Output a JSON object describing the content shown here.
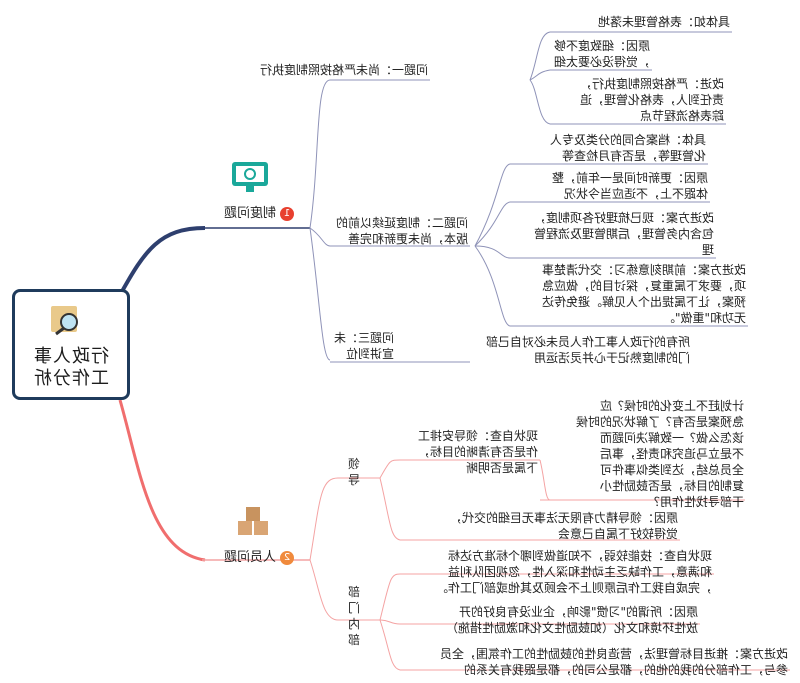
{
  "colors": {
    "root_border": "#1f3b5c",
    "branch1_line": "#2e3f6e",
    "branch2_line": "#f06e6e",
    "line": "#8f93b8",
    "line2": "#f4a3a3",
    "badge1": "#e8402f",
    "badge2": "#f08a3c",
    "icon_teal": "#1aa89a",
    "icon_box": "#d9a574"
  },
  "root": {
    "title_line1": "行政人事",
    "title_line2": "工作分析",
    "icon": "folder-magnifier-icon"
  },
  "branches": [
    {
      "number": "1",
      "label": "制度问题",
      "icon": "monitor-icon",
      "subtopics": [
        {
          "label": "问题一：尚未严格按照制度执行",
          "details": [
            {
              "lines": [
                "具体如：表格管理未落地"
              ]
            },
            {
              "lines": [
                "原因：细致度不够",
                "，觉得没必要太细"
              ]
            },
            {
              "lines": [
                "改进：严格按照制度执行，",
                "责任到人，表格化管理，追",
                "踪表格流程节点"
              ]
            }
          ]
        },
        {
          "label_lines": [
            "问题二：制度延续以前的",
            "版本，尚未更新和完善"
          ],
          "details": [
            {
              "lines": [
                "具体：档案合同的分类及专人",
                "化管理等，是否有月检查等"
              ]
            },
            {
              "lines": [
                "原因：更新时间是一年前，整",
                "体跟不上，不适应当今状况"
              ]
            },
            {
              "lines": [
                "改进方案：现已梳理好各项制度，",
                "包含内务管理，后期管理及流程管",
                "理"
              ]
            },
            {
              "lines": [
                "改进方案：前期刻意练习：交代清楚事",
                "项，要求下属重复，探讨目的，做应急",
                "预案，让下属提出个人见解。避免传达",
                "无功和\"重做\"。"
              ]
            }
          ]
        },
        {
          "label_lines": [
            "问题三：未",
            "宣讲到位"
          ],
          "details": [
            {
              "lines": [
                "所有的行政人事工作人员未必对自己部",
                "门的制度熟记于心并灵活运用"
              ]
            }
          ]
        }
      ]
    },
    {
      "number": "2",
      "label": "人员问题",
      "icon": "boxes-icon",
      "subtopics": [
        {
          "label_lines": [
            "领",
            "导"
          ],
          "details": [
            {
              "lines": [
                "现状自查：领导安排工",
                "作是否有清晰的目标，",
                "下属是否明晰"
              ],
              "sub": {
                "lines": [
                  "计划赶不上变化的时候？应",
                  "急预案是否有？了解状况的时候",
                  "该怎么做？一致解决问题而",
                  "不是立马追究和责怪，事后",
                  "全员总结，达到类似事件可",
                  "复制的目标，是否鼓励性小",
                  "干部寻找性作用？"
                ]
              }
            },
            {
              "lines": [
                "原因：领导精力有限无法事无巨细的交代，",
                "觉得较好下属自己意会"
              ]
            }
          ]
        },
        {
          "label_lines": [
            "部",
            "门",
            "内",
            "部"
          ],
          "details": [
            {
              "lines": [
                "现状自查：技能较弱，不知道做到哪个标准方达标",
                "和满意，工作缺乏主动性和深入性，忽视团队利益",
                "，完成自我工作后原则上不会顾及其他或部门工作。"
              ]
            },
            {
              "lines": [
                "原因：所谓的\"习惯\"影响，企业没有良好的开",
                "放性环境和文化（如鼓励性文化和激励性措施）"
              ]
            },
            {
              "lines": [
                "改进方案：推进目标管理法，营造良性的鼓励性的工作氛围，全员",
                "参与，工作部分的我的他的，都是公司的，都是跟我有关系的"
              ]
            }
          ]
        }
      ]
    }
  ]
}
